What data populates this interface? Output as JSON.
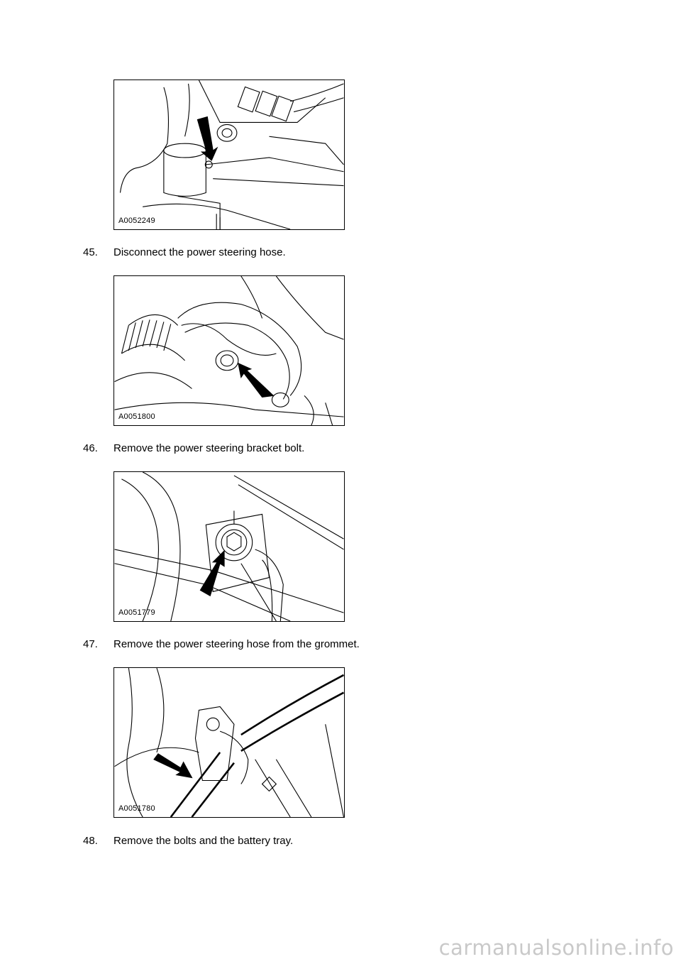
{
  "figures": [
    {
      "id": "A0052249"
    },
    {
      "id": "A0051800"
    },
    {
      "id": "A0051779"
    },
    {
      "id": "A0051780"
    }
  ],
  "steps": [
    {
      "number": "45.",
      "text": "Disconnect the power steering hose."
    },
    {
      "number": "46.",
      "text": "Remove the power steering bracket bolt."
    },
    {
      "number": "47.",
      "text": "Remove the power steering hose from the grommet."
    },
    {
      "number": "48.",
      "text": "Remove the bolts and the battery tray."
    }
  ],
  "footer": {
    "watermark": "carmanualsonline.info"
  }
}
